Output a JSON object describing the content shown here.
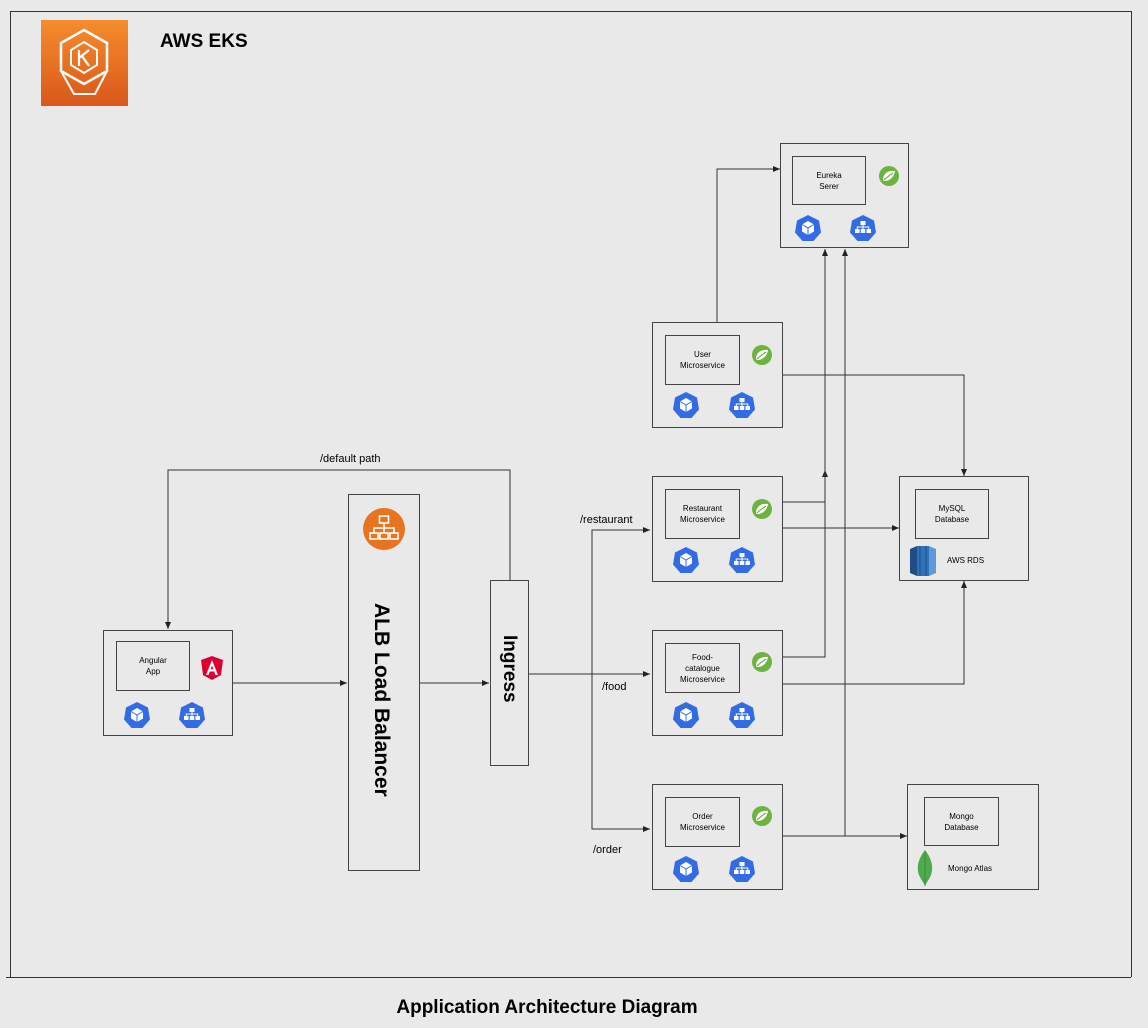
{
  "header": {
    "title": "AWS EKS"
  },
  "caption": "Application Architecture Diagram",
  "nodes": {
    "angular": "Angular\nApp",
    "alb": "ALB Load Balancer",
    "ingress": "Ingress",
    "eureka": "Eureka\nSerer",
    "user": "User\nMicroservice",
    "restaurant": "Restaurant\nMicroservice",
    "food": "Food-\ncatalogue\nMicroservice",
    "order": "Order\nMicroservice",
    "mysql": "MySQL\nDatabase",
    "aws_rds": "AWS RDS",
    "mongo": "Mongo\nDatabase",
    "mongo_atlas": "Mongo Atlas"
  },
  "routes": {
    "default": "/default path",
    "restaurant": "/restaurant",
    "food": "/food",
    "order": "/order"
  },
  "icons": {
    "eks": "eks-icon",
    "angular": "angular-icon",
    "spring": "spring-icon",
    "pod": "pod-icon",
    "service": "k8s-service-icon",
    "alb": "alb-icon",
    "rds": "rds-icon",
    "mongo": "mongodb-icon"
  },
  "colors": {
    "aws_orange": "#e8741f",
    "k8s_blue": "#326ce5",
    "spring_green": "#6db33f",
    "angular_red": "#dd0031",
    "rds_blue": "#2e73b8",
    "mongo_green": "#4fa94d"
  }
}
